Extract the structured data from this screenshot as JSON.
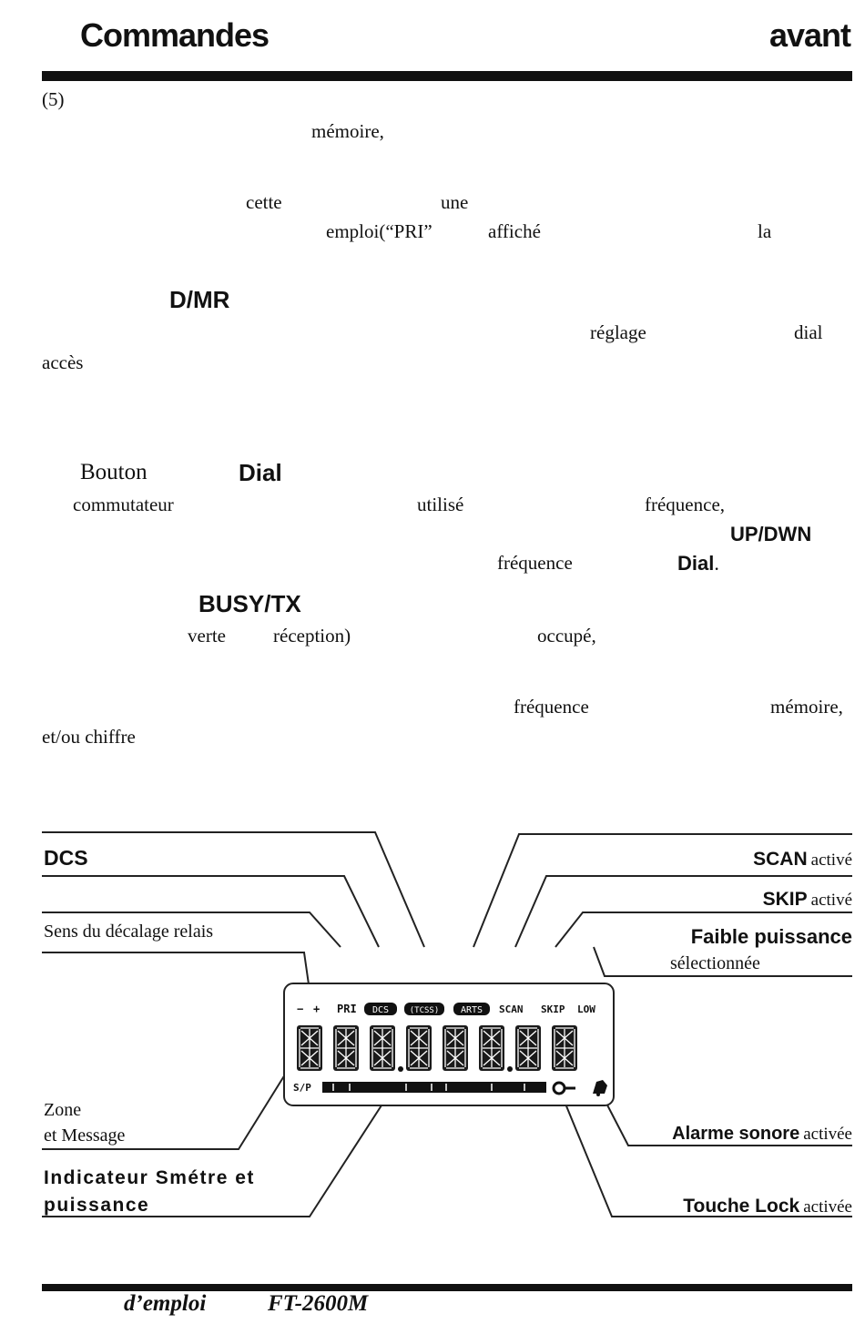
{
  "header": {
    "left": "Commandes",
    "right": "avant"
  },
  "body": {
    "item_number": "(5)",
    "fragments": [
      "mémoire,",
      "cette",
      "une",
      "emploi(“PRI”",
      "affiché",
      "la",
      "réglage",
      "dial",
      "accès",
      "commutateur",
      "utilisé",
      "fréquence,",
      "fréquence",
      "verte",
      "réception)",
      "occupé,",
      "fréquence",
      "mémoire,",
      "et/ou chiffre"
    ],
    "dmr_label": "D/MR",
    "bouton_word": "Bouton",
    "dial_heading": "Dial",
    "updwn_label": "UP/DWN",
    "dial_inline": "Dial",
    "dial_inline_dot": ".",
    "busytx_label": "BUSY/TX"
  },
  "diagram": {
    "labels": {
      "dcs": "DCS",
      "sens": "Sens du décalage relais",
      "zone1": "Zone",
      "zone2": "et Message",
      "smetre1": "Indicateur Smétre et",
      "smetre2": "puissance",
      "scan_b": "SCAN",
      "scan_s": "activé",
      "skip_b": "SKIP",
      "skip_s": "activé",
      "faible": "Faible puissance",
      "selection": "sélectionnée",
      "alarme_b": "Alarme sonore",
      "alarme_s": "activée",
      "lock_b": "Touche Lock",
      "lock_s": "activée"
    },
    "lcd": {
      "minus": "−",
      "plus": "+",
      "pri": "PRI",
      "dcs": "DCS",
      "tcss": "(TCSS)",
      "arts": "ARTS",
      "scan": "SCAN",
      "skip": "SKIP",
      "low": "LOW",
      "sp": "S/P"
    }
  },
  "footer": {
    "text1": "d’emploi",
    "text2": "FT-2600M"
  }
}
